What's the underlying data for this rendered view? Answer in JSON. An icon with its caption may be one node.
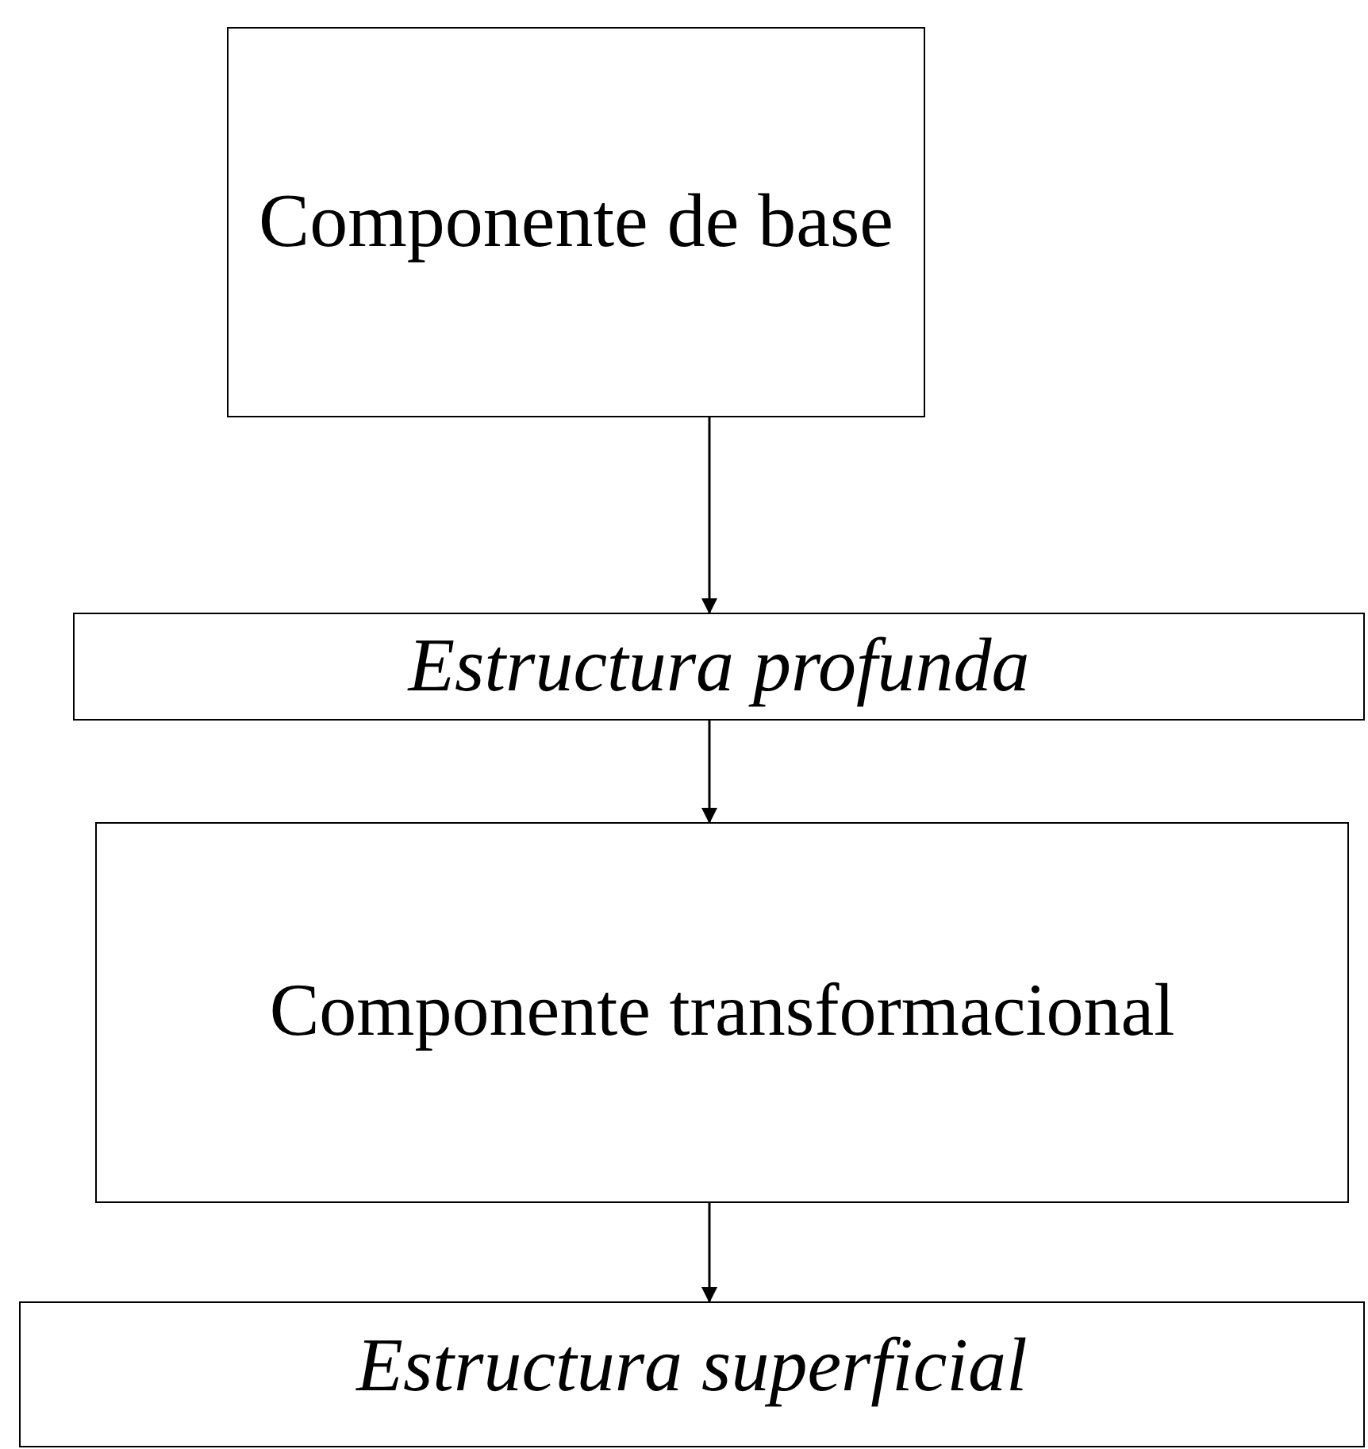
{
  "diagram": {
    "nodes": [
      {
        "text": [
          "Componente de base"
        ]
      },
      {
        "text": [
          "Estructura profunda"
        ]
      },
      {
        "text": [
          "Componente transformacional"
        ]
      },
      {
        "text": [
          "Estructura superficial"
        ]
      }
    ],
    "edges": [
      {
        "from": 0,
        "to": 1,
        "arrow": "to"
      },
      {
        "from": 1,
        "to": 2,
        "arrow": "to"
      },
      {
        "from": 2,
        "to": 3,
        "arrow": "to"
      }
    ]
  }
}
